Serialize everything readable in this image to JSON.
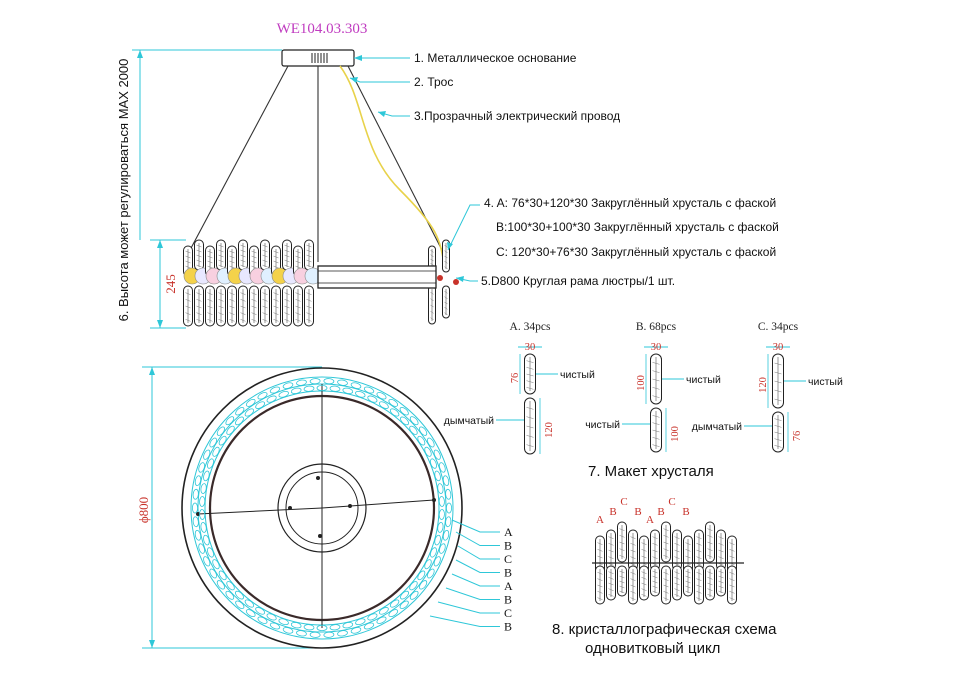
{
  "model": "WE104.03.303",
  "callouts": {
    "c1": "1. Металлическое основание",
    "c2": "2. Трос",
    "c3": "3.Прозрачный электрический провод",
    "c4a": "4. A: 76*30+120*30 Закруглённый хрусталь с фаской",
    "c4b": "B:100*30+100*30 Закруглённый хрусталь с фаской",
    "c4c": "C: 120*30+76*30 Закруглённый хрусталь с фаской",
    "c5": "5.D800 Круглая рама люстры/1 шт.",
    "c6": "6. Высота может регулироваться MAX 2000",
    "c7": "7. Макет хрусталя",
    "c8_line1": "8. кристаллографическая схема",
    "c8_line2": "одновитковый цикл"
  },
  "dims": {
    "height": "245",
    "diameter": "ϕ800"
  },
  "crystals": {
    "a": {
      "title": "A. 34pcs",
      "width": "30",
      "top": "76",
      "bottom": "120",
      "top_label": "чистый",
      "bottom_label": "дымчатый"
    },
    "b": {
      "title": "B. 68pcs",
      "width": "30",
      "top": "100",
      "bottom": "100",
      "top_label": "чистый",
      "bottom_label": "чистый"
    },
    "c": {
      "title": "C. 34pcs",
      "width": "30",
      "top": "120",
      "bottom": "76",
      "top_label": "чистый",
      "bottom_label": "дымчатый"
    }
  },
  "ring_labels": [
    "A",
    "B",
    "C",
    "B",
    "A",
    "B",
    "C",
    "B"
  ],
  "schema_labels": [
    "A",
    "B",
    "C",
    "B",
    "A",
    "B",
    "C",
    "B"
  ],
  "colors": {
    "accent_magenta": "#c03cc0",
    "dim_cyan": "#2ec7d8",
    "dim_red": "#c8322a",
    "frame_dark": "#3a2a2a",
    "wire_yellow": "#e8d24a"
  }
}
